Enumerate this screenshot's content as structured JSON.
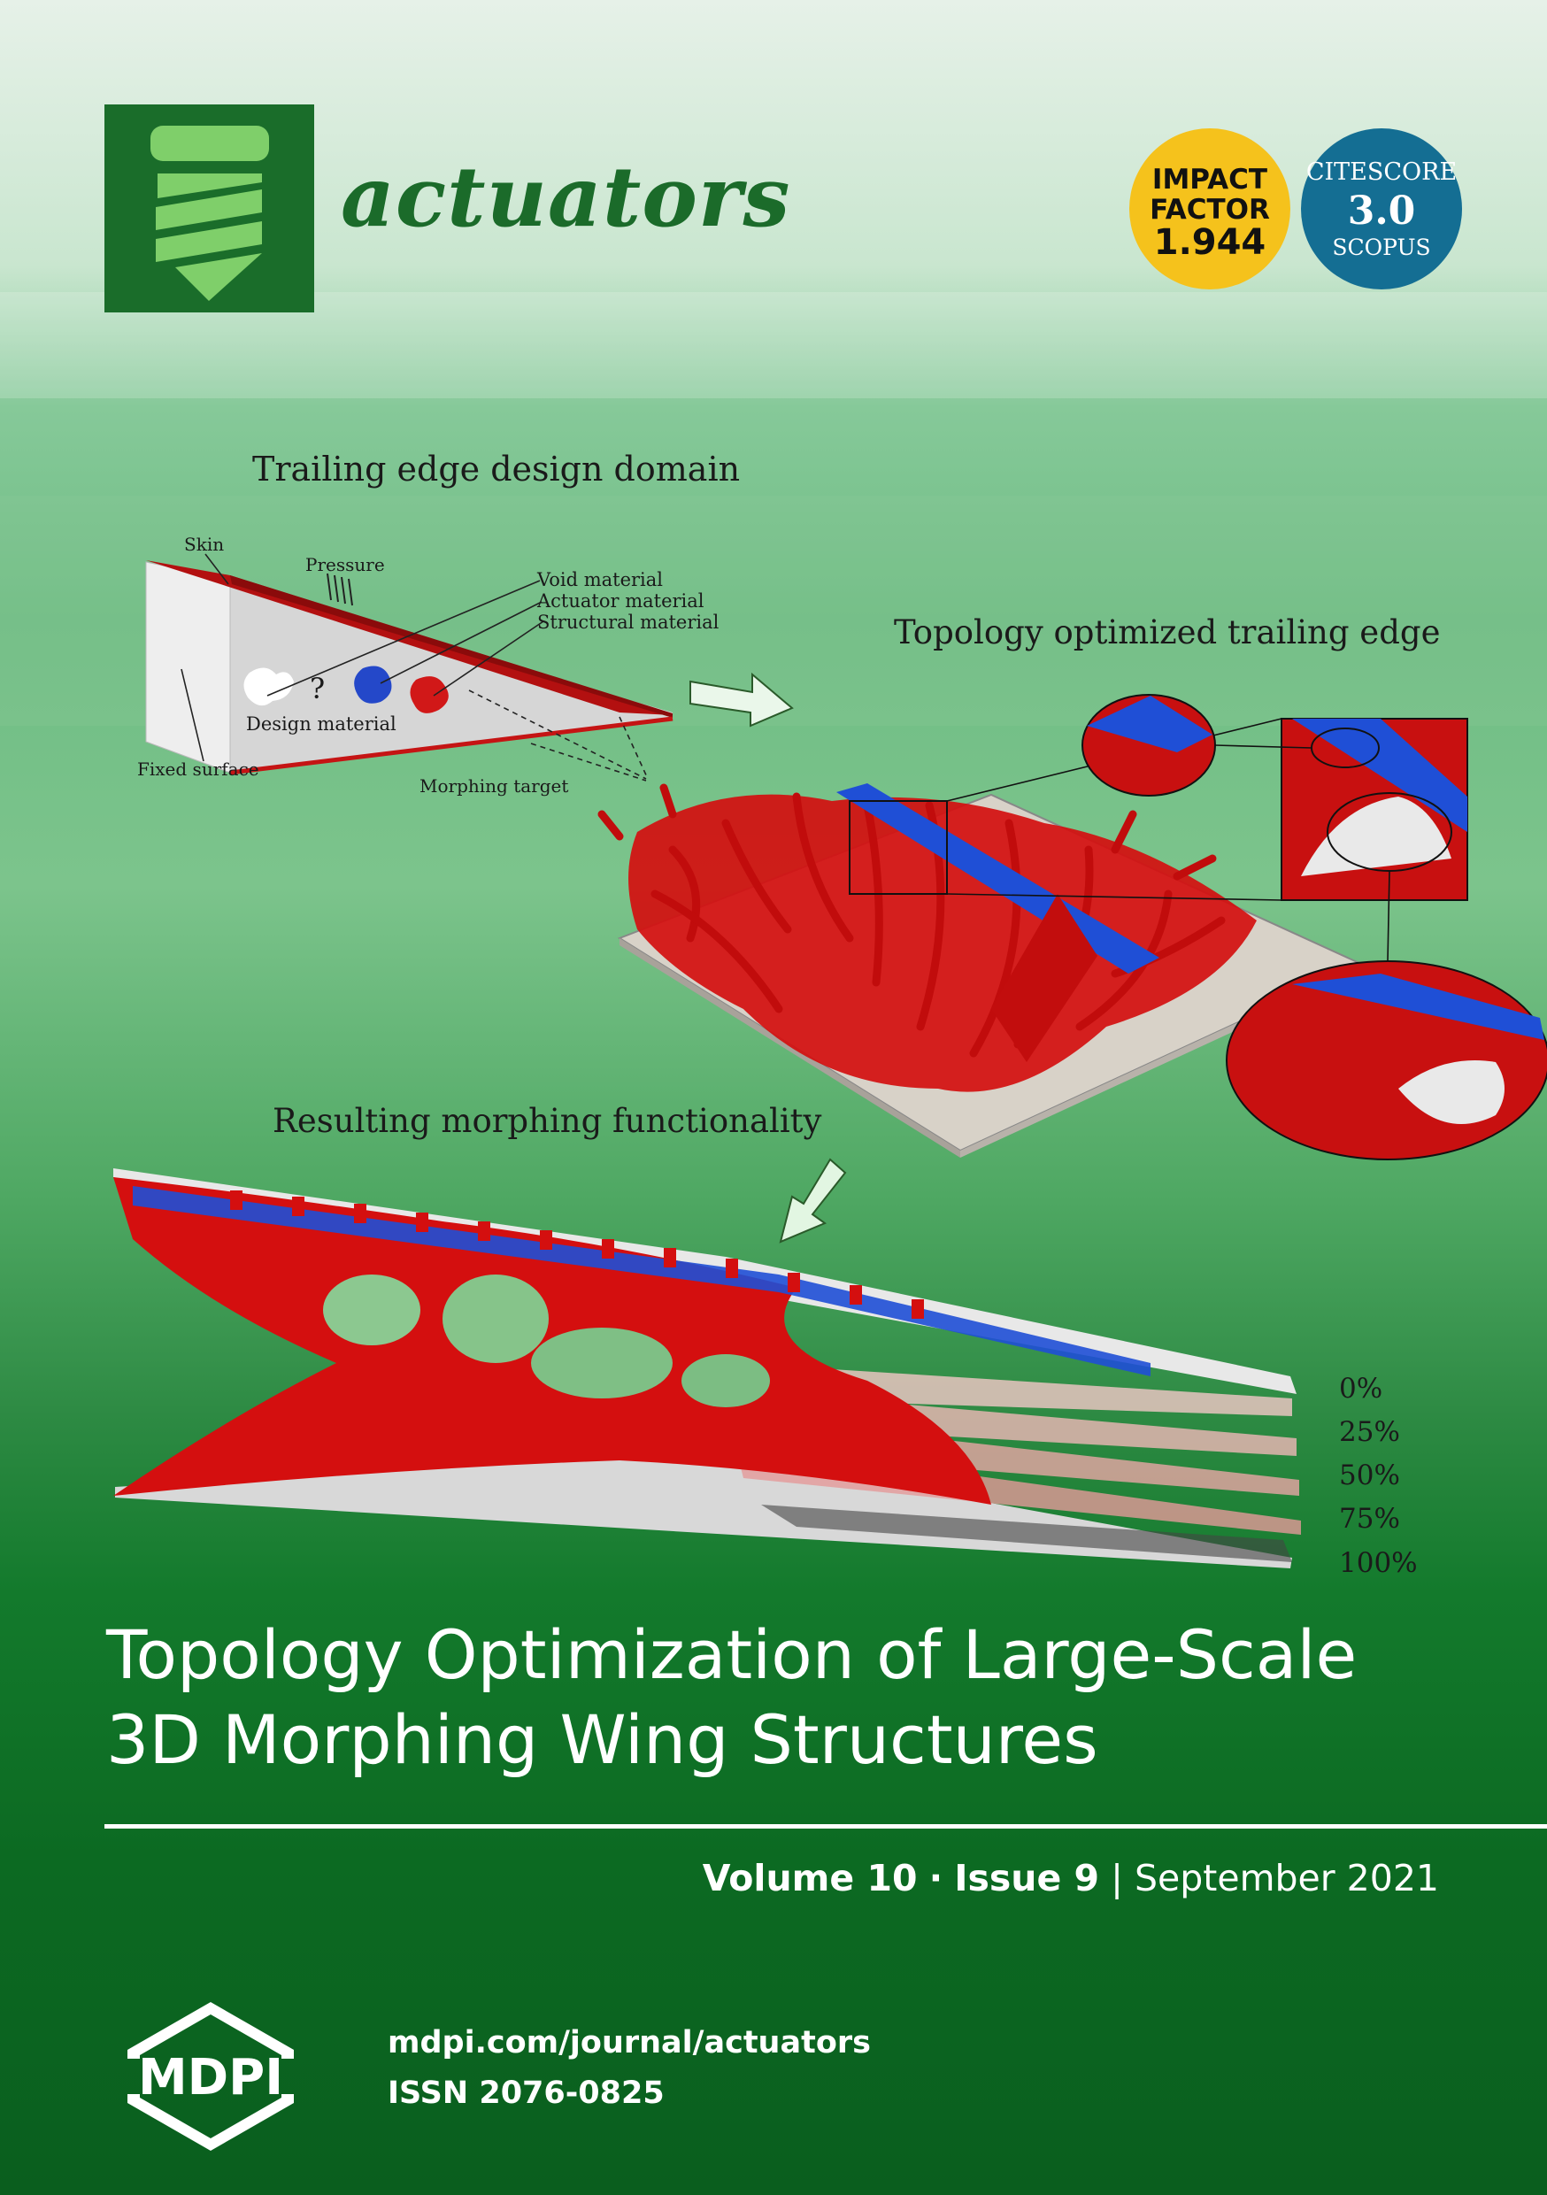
{
  "journal": {
    "name": "actuators"
  },
  "badges": {
    "impact_factor": {
      "line1": "IMPACT",
      "line2": "FACTOR",
      "value": "1.944"
    },
    "citescore": {
      "line1": "CITESCORE",
      "value": "3.0",
      "line2": "SCOPUS"
    }
  },
  "figure": {
    "panel_a": {
      "title": "Trailing edge design domain",
      "labels": {
        "skin": "Skin",
        "pressure": "Pressure",
        "void": "Void material",
        "actuator": "Actuator material",
        "structural": "Structural material",
        "question": "?",
        "design": "Design material",
        "fixed": "Fixed surface",
        "morphing": "Morphing target"
      }
    },
    "panel_b": {
      "title": "Topology optimized trailing edge"
    },
    "panel_c": {
      "title": "Resulting morphing functionality",
      "percent_labels": [
        "0%",
        "25%",
        "50%",
        "75%",
        "100%"
      ]
    }
  },
  "article": {
    "title_line1": "Topology Optimization of Large-Scale",
    "title_line2": "3D Morphing Wing Structures"
  },
  "issue": {
    "volume": "Volume 10",
    "sep": "·",
    "issue": "Issue 9",
    "bar": "|",
    "date": "September 2021"
  },
  "publisher": {
    "logo_text": "MDPI",
    "url": "mdpi.com/journal/actuators",
    "issn": "ISSN 2076-0825"
  },
  "colors": {
    "brand_green": "#1a6d2a",
    "impact_yellow": "#f5c21c",
    "citescore_blue": "#146e93",
    "structure_red": "#d40f0f",
    "actuator_blue": "#1f4fd6"
  }
}
